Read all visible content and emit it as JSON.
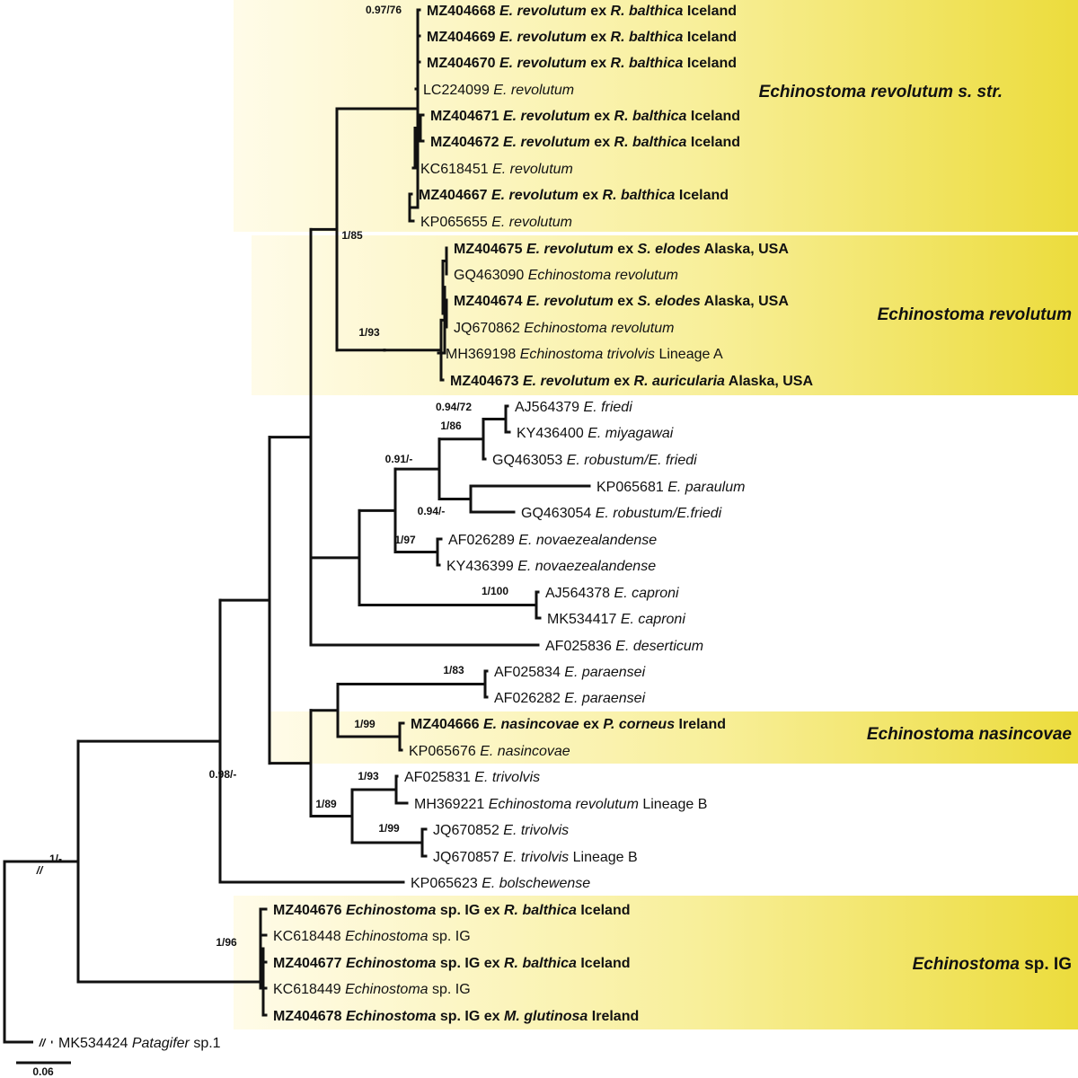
{
  "tips": [
    {
      "accession": "MZ404668",
      "bold": true,
      "parts": [
        [
          "E. revolutum",
          true
        ],
        [
          " ex ",
          false
        ],
        [
          "R. balthica",
          true
        ],
        [
          " Iceland",
          false
        ]
      ]
    },
    {
      "accession": "MZ404669",
      "bold": true,
      "parts": [
        [
          "E. revolutum",
          true
        ],
        [
          " ex ",
          false
        ],
        [
          "R. balthica",
          true
        ],
        [
          " Iceland",
          false
        ]
      ]
    },
    {
      "accession": "MZ404670",
      "bold": true,
      "parts": [
        [
          "E. revolutum",
          true
        ],
        [
          " ex ",
          false
        ],
        [
          "R. balthica",
          true
        ],
        [
          " Iceland",
          false
        ]
      ]
    },
    {
      "accession": "LC224099",
      "bold": false,
      "parts": [
        [
          "E. revolutum",
          true
        ]
      ]
    },
    {
      "accession": "MZ404671",
      "bold": true,
      "parts": [
        [
          "E. revolutum",
          true
        ],
        [
          " ex ",
          false
        ],
        [
          "R. balthica",
          true
        ],
        [
          " Iceland",
          false
        ]
      ]
    },
    {
      "accession": "MZ404672",
      "bold": true,
      "parts": [
        [
          "E. revolutum",
          true
        ],
        [
          " ex ",
          false
        ],
        [
          "R. balthica",
          true
        ],
        [
          " Iceland",
          false
        ]
      ]
    },
    {
      "accession": "KC618451",
      "bold": false,
      "parts": [
        [
          "E. revolutum",
          true
        ]
      ]
    },
    {
      "accession": "MZ404667",
      "bold": true,
      "parts": [
        [
          "E. revolutum",
          true
        ],
        [
          " ex ",
          false
        ],
        [
          "R. balthica",
          true
        ],
        [
          " Iceland",
          false
        ]
      ]
    },
    {
      "accession": "KP065655",
      "bold": false,
      "parts": [
        [
          "E. revolutum",
          true
        ]
      ]
    },
    {
      "accession": "MZ404675",
      "bold": true,
      "parts": [
        [
          "E. revolutum",
          true
        ],
        [
          " ex ",
          false
        ],
        [
          "S. elodes",
          true
        ],
        [
          " Alaska, USA",
          false
        ]
      ]
    },
    {
      "accession": "GQ463090",
      "bold": false,
      "parts": [
        [
          "Echinostoma revolutum",
          true
        ]
      ]
    },
    {
      "accession": "MZ404674",
      "bold": true,
      "parts": [
        [
          "E. revolutum",
          true
        ],
        [
          " ex ",
          false
        ],
        [
          "S. elodes",
          true
        ],
        [
          " Alaska, USA",
          false
        ]
      ]
    },
    {
      "accession": "JQ670862",
      "bold": false,
      "parts": [
        [
          "Echinostoma revolutum",
          true
        ]
      ]
    },
    {
      "accession": "MH369198",
      "bold": false,
      "parts": [
        [
          "Echinostoma trivolvis",
          true
        ],
        [
          " Lineage A",
          false
        ]
      ]
    },
    {
      "accession": "MZ404673",
      "bold": true,
      "parts": [
        [
          "E. revolutum",
          true
        ],
        [
          " ex ",
          false
        ],
        [
          "R. auricularia",
          true
        ],
        [
          " Alaska, USA",
          false
        ]
      ]
    },
    {
      "accession": "AJ564379",
      "bold": false,
      "parts": [
        [
          "E. friedi",
          true
        ]
      ]
    },
    {
      "accession": "KY436400",
      "bold": false,
      "parts": [
        [
          "E. miyagawai",
          true
        ]
      ]
    },
    {
      "accession": "GQ463053",
      "bold": false,
      "parts": [
        [
          "E. robustum/E. friedi",
          true
        ]
      ]
    },
    {
      "accession": "KP065681",
      "bold": false,
      "parts": [
        [
          "E. paraulum",
          true
        ]
      ]
    },
    {
      "accession": "GQ463054",
      "bold": false,
      "parts": [
        [
          "E. robustum/E.friedi",
          true
        ]
      ]
    },
    {
      "accession": "AF026289",
      "bold": false,
      "parts": [
        [
          "E. novaezealandense",
          true
        ]
      ]
    },
    {
      "accession": "KY436399",
      "bold": false,
      "parts": [
        [
          "E. novaezealandense",
          true
        ]
      ]
    },
    {
      "accession": "AJ564378",
      "bold": false,
      "parts": [
        [
          "E. caproni",
          true
        ]
      ]
    },
    {
      "accession": "MK534417",
      "bold": false,
      "parts": [
        [
          "E. caproni",
          true
        ]
      ]
    },
    {
      "accession": "AF025836",
      "bold": false,
      "parts": [
        [
          "E. deserticum",
          true
        ]
      ]
    },
    {
      "accession": "AF025834",
      "bold": false,
      "parts": [
        [
          "E. paraensei",
          true
        ]
      ]
    },
    {
      "accession": "AF026282",
      "bold": false,
      "parts": [
        [
          "E. paraensei",
          true
        ]
      ]
    },
    {
      "accession": "MZ404666",
      "bold": true,
      "parts": [
        [
          "E. nasincovae",
          true
        ],
        [
          " ex ",
          false
        ],
        [
          "P. corneus",
          true
        ],
        [
          " Ireland",
          false
        ]
      ]
    },
    {
      "accession": "KP065676",
      "bold": false,
      "parts": [
        [
          "E. nasincovae",
          true
        ]
      ]
    },
    {
      "accession": "AF025831",
      "bold": false,
      "parts": [
        [
          "E. trivolvis",
          true
        ]
      ]
    },
    {
      "accession": "MH369221",
      "bold": false,
      "parts": [
        [
          "Echinostoma revolutum",
          true
        ],
        [
          " Lineage B",
          false
        ]
      ]
    },
    {
      "accession": "JQ670852",
      "bold": false,
      "parts": [
        [
          "E. trivolvis",
          true
        ]
      ]
    },
    {
      "accession": "JQ670857",
      "bold": false,
      "parts": [
        [
          "E. trivolvis",
          true
        ],
        [
          " Lineage B",
          false
        ]
      ]
    },
    {
      "accession": "KP065623",
      "bold": false,
      "parts": [
        [
          "E. bolschewense",
          true
        ]
      ]
    },
    {
      "accession": "MZ404676",
      "bold": true,
      "parts": [
        [
          "Echinostoma",
          true
        ],
        [
          " sp. IG ex ",
          false
        ],
        [
          "R. balthica",
          true
        ],
        [
          " Iceland",
          false
        ]
      ]
    },
    {
      "accession": "KC618448",
      "bold": false,
      "parts": [
        [
          "Echinostoma",
          true
        ],
        [
          " sp. IG",
          false
        ]
      ]
    },
    {
      "accession": "MZ404677",
      "bold": true,
      "parts": [
        [
          "Echinostoma",
          true
        ],
        [
          " sp. IG ex ",
          false
        ],
        [
          "R. balthica",
          true
        ],
        [
          " Iceland",
          false
        ]
      ]
    },
    {
      "accession": "KC618449",
      "bold": false,
      "parts": [
        [
          "Echinostoma",
          true
        ],
        [
          " sp. IG",
          false
        ]
      ]
    },
    {
      "accession": "MZ404678",
      "bold": true,
      "parts": [
        [
          "Echinostoma",
          true
        ],
        [
          " sp. IG ex ",
          false
        ],
        [
          "M. glutinosa",
          true
        ],
        [
          " Ireland",
          false
        ]
      ]
    },
    {
      "accession": "MK534424",
      "bold": false,
      "parts": [
        [
          "Patagifer",
          true
        ],
        [
          " sp.1",
          false
        ]
      ]
    }
  ],
  "clades": [
    {
      "label": "Echinostoma revolutum s. str.",
      "parts": [
        [
          "Echinostoma revolutum s. str.",
          true
        ]
      ]
    },
    {
      "label": "Echinostoma revolutum",
      "parts": [
        [
          "Echinostoma revolutum",
          true
        ]
      ]
    },
    {
      "label": "Echinostoma nasincovae",
      "parts": [
        [
          "Echinostoma nasincovae",
          true
        ]
      ]
    },
    {
      "label": "Echinostoma sp. IG",
      "parts": [
        [
          "Echinostoma",
          true
        ],
        [
          " sp. IG",
          false
        ]
      ]
    }
  ],
  "support_values": [
    "0.97/76",
    "1/85",
    "1/93",
    "0.94/72",
    "1/86",
    "0.91/-",
    "0.94/-",
    "1/97",
    "1/100",
    "1/83",
    "1/99",
    "0.98/-",
    "1/93",
    "1/89",
    "1/99",
    "1/-",
    "1/96"
  ],
  "break_mark": "//",
  "scale_bar": {
    "label": "0.06"
  },
  "colors": {
    "highlight": "#ecdc3c",
    "branch": "#111111"
  }
}
